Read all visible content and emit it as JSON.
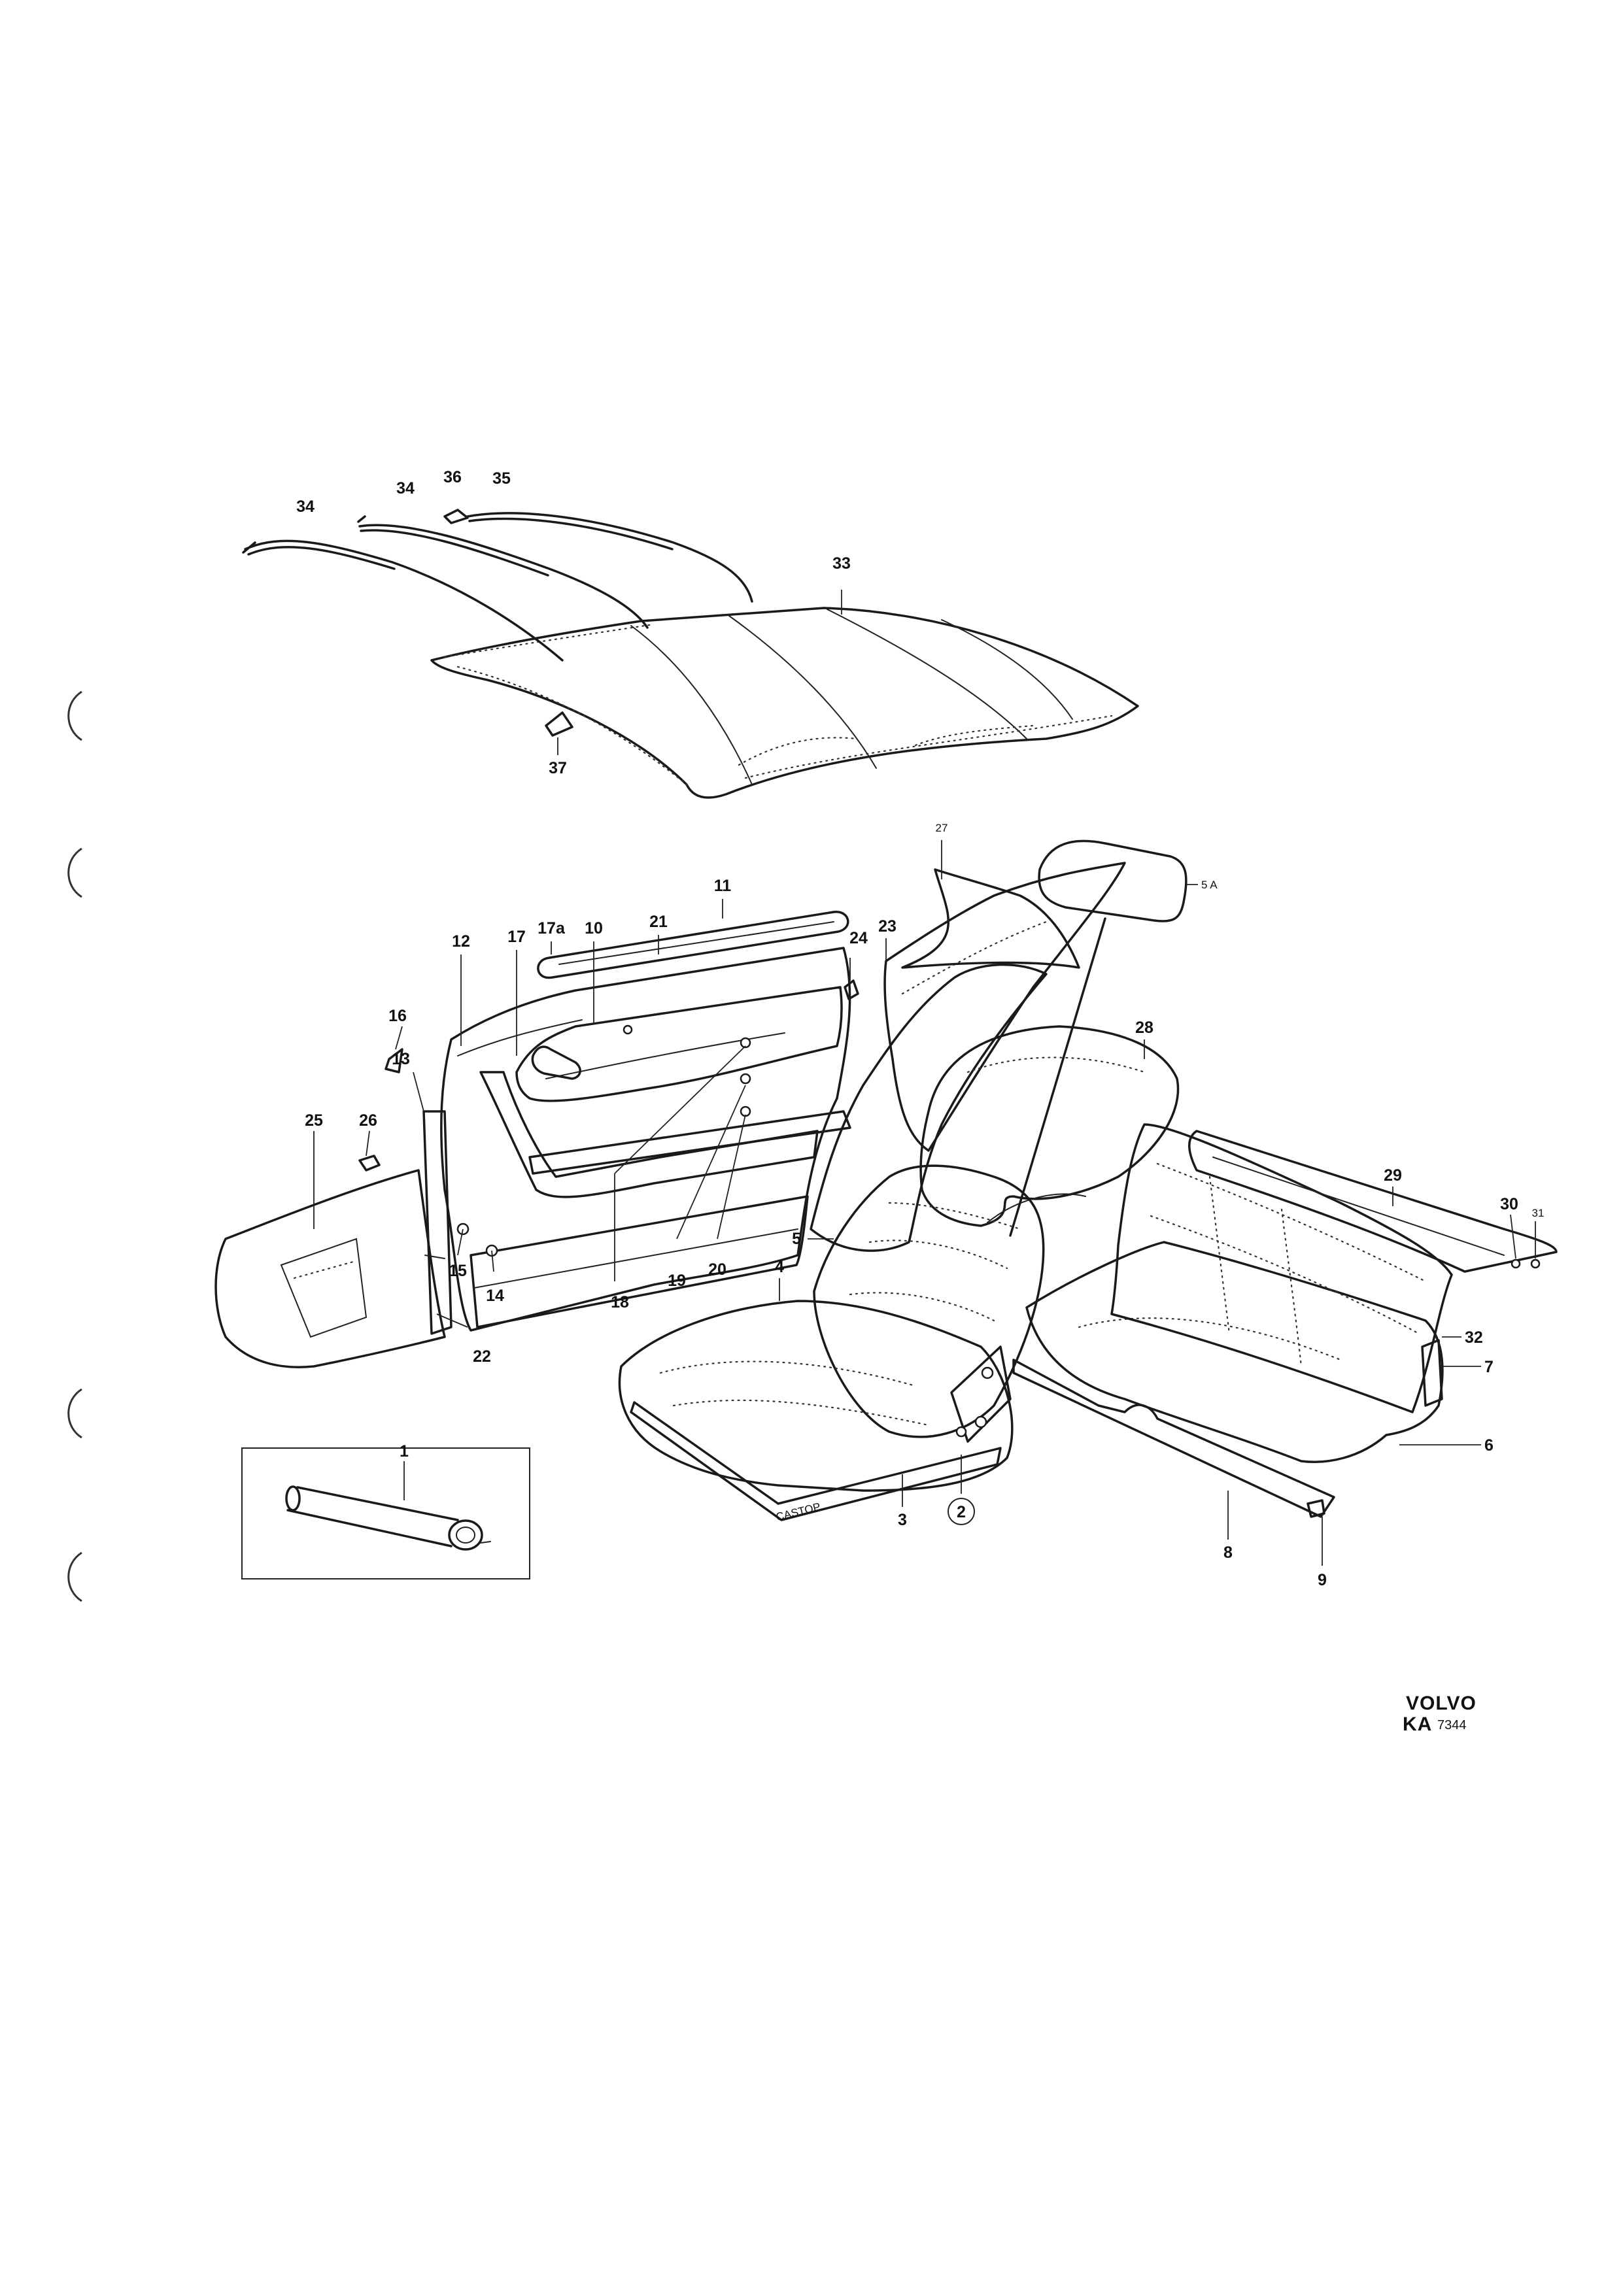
{
  "diagram": {
    "brand": "VOLVO",
    "code_prefix": "KA",
    "code_number": "7344",
    "labels": {
      "p1": "1",
      "p2": "2",
      "p3": "3",
      "p4": "4",
      "p5": "5",
      "p5a": "5 A",
      "p6": "6",
      "p7": "7",
      "p8": "8",
      "p9": "9",
      "p10": "10",
      "p11": "11",
      "p12": "12",
      "p13": "13",
      "p14": "14",
      "p15": "15",
      "p16": "16",
      "p17": "17",
      "p17a": "17a",
      "p18": "18",
      "p19": "19",
      "p20": "20",
      "p21": "21",
      "p22": "22",
      "p23": "23",
      "p24": "24",
      "p25": "25",
      "p26": "26",
      "p27": "27",
      "p28": "28",
      "p29": "29",
      "p30": "30",
      "p31": "31",
      "p32": "32",
      "p33": "33",
      "p34a": "34",
      "p34b": "34",
      "p35": "35",
      "p36": "36",
      "p37": "37"
    },
    "small_print": {
      "castop": "CASTOP"
    }
  }
}
